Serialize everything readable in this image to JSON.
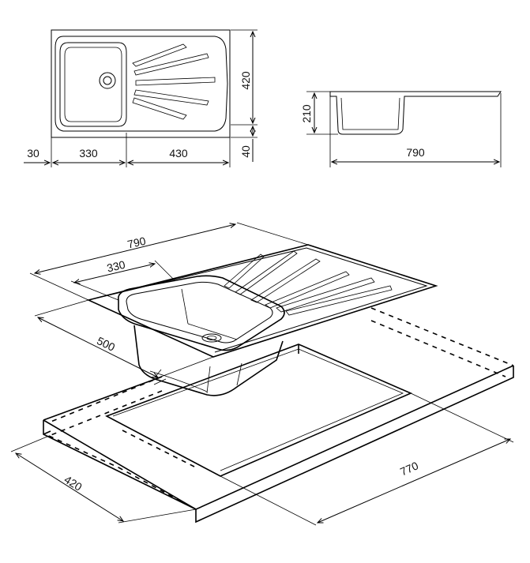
{
  "top_view": {
    "width_label": "420",
    "lower_label": "40",
    "left_label": "30",
    "bowl_label": "330",
    "drainer_label": "430"
  },
  "side_view": {
    "height_label": "210",
    "length_label": "790"
  },
  "iso_view": {
    "length_label": "790",
    "bowl_label": "330",
    "depth_label": "500",
    "cutout_width_label": "420",
    "cutout_length_label": "770"
  }
}
